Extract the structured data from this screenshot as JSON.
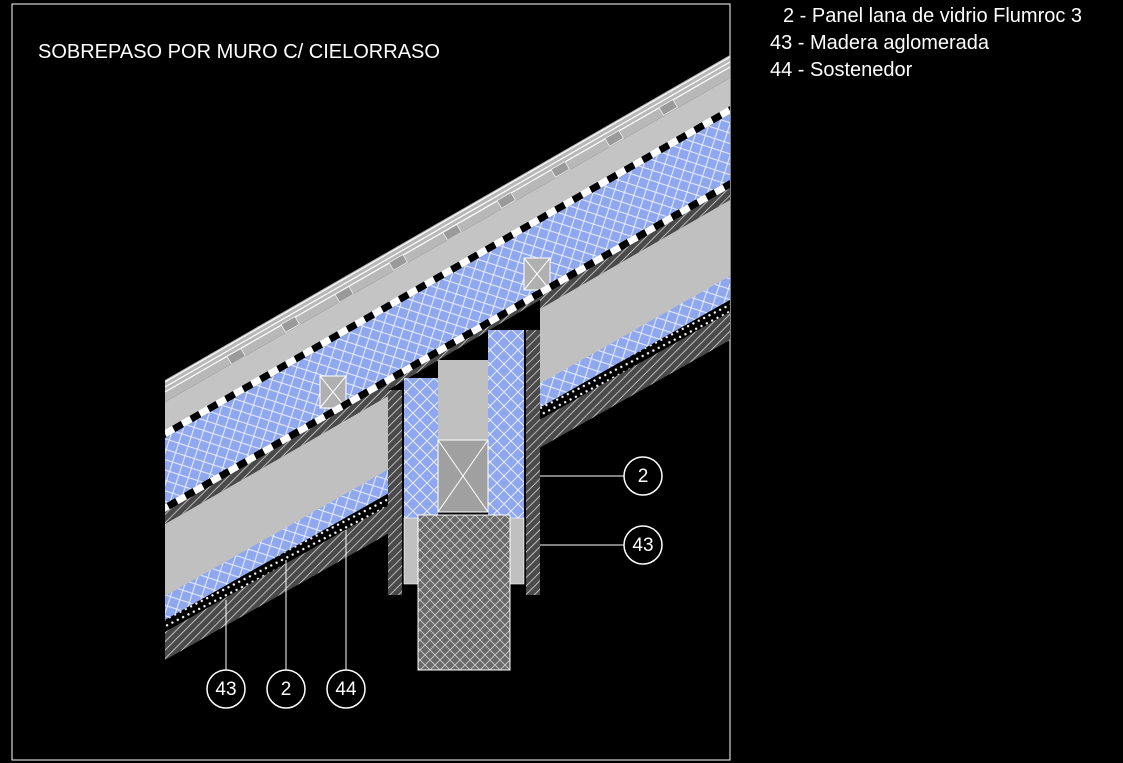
{
  "drawing": {
    "title": "SOBREPASO POR MURO  C/ CIELORRASO"
  },
  "legend": [
    {
      "text": "2 - Panel lana de  vidrio Flumroc 3"
    },
    {
      "text": "43 - Madera aglomerada"
    },
    {
      "text": "44 - Sostenedor"
    }
  ],
  "callouts": [
    {
      "label": "2"
    },
    {
      "label": "43"
    },
    {
      "label": "43"
    },
    {
      "label": "2"
    },
    {
      "label": "44"
    }
  ],
  "colors": {
    "background": "#000000",
    "frame": "#ffffff",
    "concrete": "#c0c0c0",
    "insulation": "#8fa7ef",
    "hatch": "#dddddd",
    "wood": "#909090"
  }
}
